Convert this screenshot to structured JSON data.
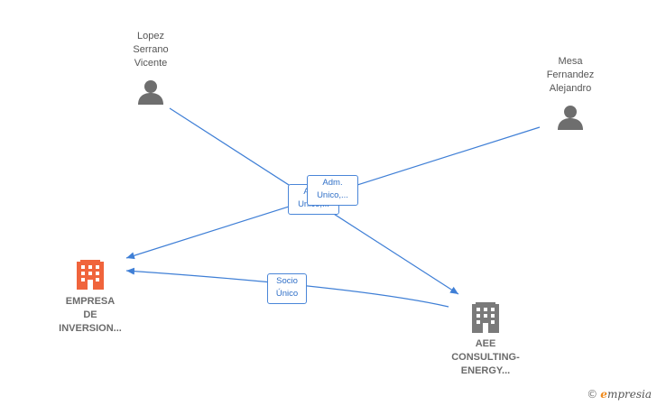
{
  "colors": {
    "edge": "#3f7fd6",
    "person": "#6e6e6e",
    "company_main": "#f0643c",
    "company_other": "#7a7a7a",
    "brand_accent": "#f08a1c"
  },
  "nodes": {
    "lopez": {
      "lines": [
        "Lopez",
        "Serrano",
        "Vicente"
      ],
      "icon": "person-icon"
    },
    "mesa": {
      "lines": [
        "Mesa",
        "Fernandez",
        "Alejandro"
      ],
      "icon": "person-icon"
    },
    "empresa": {
      "lines": [
        "EMPRESA",
        "DE",
        "INVERSION..."
      ],
      "icon": "building-icon"
    },
    "aee": {
      "lines": [
        "AEE",
        "CONSULTING-",
        "ENERGY..."
      ],
      "icon": "building-icon"
    }
  },
  "edges": {
    "lopez_aee": {
      "lines": [
        "Adm.",
        "Unico,..."
      ]
    },
    "mesa_empresa": {
      "lines": [
        "Adm.",
        "Unico,..."
      ]
    },
    "aee_empresa": {
      "lines": [
        "Socio",
        "Único"
      ]
    }
  },
  "brand": {
    "copyright": "©",
    "initial": "e",
    "name": "mpresia"
  }
}
